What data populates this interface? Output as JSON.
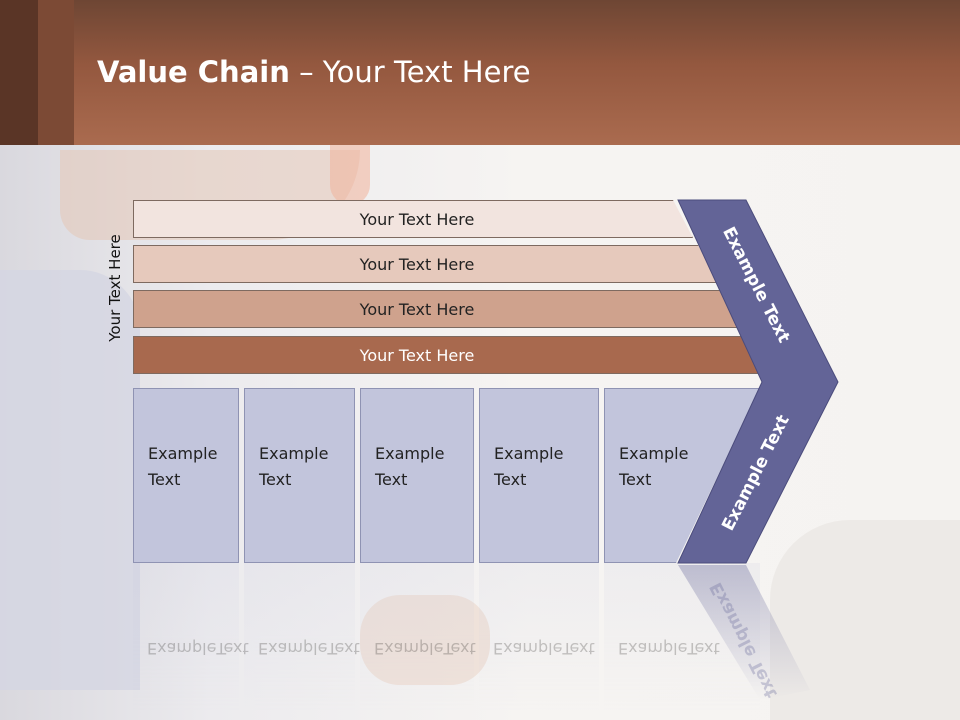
{
  "slide": {
    "title_bold": "Value Chain",
    "title_rest": " – Your Text Here",
    "side_label": "Your Text Here",
    "bars": [
      {
        "label": "Your Text Here"
      },
      {
        "label": "Your Text Here"
      },
      {
        "label": "Your Text Here"
      },
      {
        "label": "Your Text Here"
      }
    ],
    "boxes": [
      {
        "line1": "Example",
        "line2": "Text"
      },
      {
        "line1": "Example",
        "line2": "Text"
      },
      {
        "line1": "Example",
        "line2": "Text"
      },
      {
        "line1": "Example",
        "line2": "Text"
      },
      {
        "line1": "Example",
        "line2": "Text"
      }
    ],
    "chevron_top": "Example Text",
    "chevron_bottom": "Example Text"
  },
  "colors": {
    "header": "#94583f",
    "chevron": "#636497",
    "box": "#c2c5dc",
    "bar_dark": "#a8694e"
  }
}
